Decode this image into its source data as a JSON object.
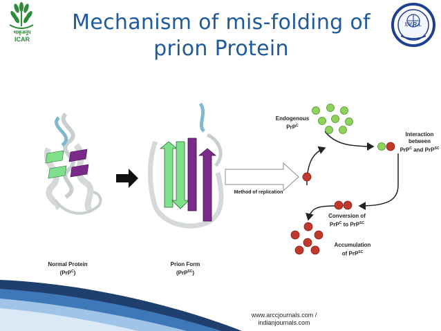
{
  "slide": {
    "title_line1": "Mechanism of mis-folding of",
    "title_line2": "prion Protein",
    "credit_line1": "www.arccjournals.com /",
    "credit_line2": "indianjournals.com"
  },
  "logos": {
    "left_text_hindi": "भाकृअनुप",
    "left_text": "ICAR",
    "right_text": "I.V.R.I."
  },
  "figure": {
    "normal_label": "Normal Protein",
    "normal_sub": "(PrP",
    "normal_sup": "C",
    "prion_label": "Prion Form",
    "prion_sub": "(PrP",
    "prion_sup": "SC",
    "method_label": "Method of replication",
    "endogenous_label": "Endogenous",
    "endogenous_sub": "PrP",
    "endogenous_sup": "C",
    "interaction_l1": "Interaction",
    "interaction_l2": "between",
    "interaction_l3a": "PrP",
    "interaction_sup1": "C",
    "interaction_and": " and PrP",
    "interaction_sup2": "SC",
    "conversion_l1": "Conversion of",
    "conversion_l2a": "PrP",
    "conversion_sup1": "C",
    "conversion_to": " to PrP",
    "conversion_sup2": "SC",
    "accum_l1": "Accumulation",
    "accum_l2a": "of PrP",
    "accum_sup": "SC"
  },
  "colors": {
    "title": "#1f5a9a",
    "green_dot": "#8fd45a",
    "red_dot": "#c0392b",
    "beta_green": "#7ee08a",
    "beta_purple": "#7a2a88",
    "ribbon": "#d9dcdd"
  }
}
